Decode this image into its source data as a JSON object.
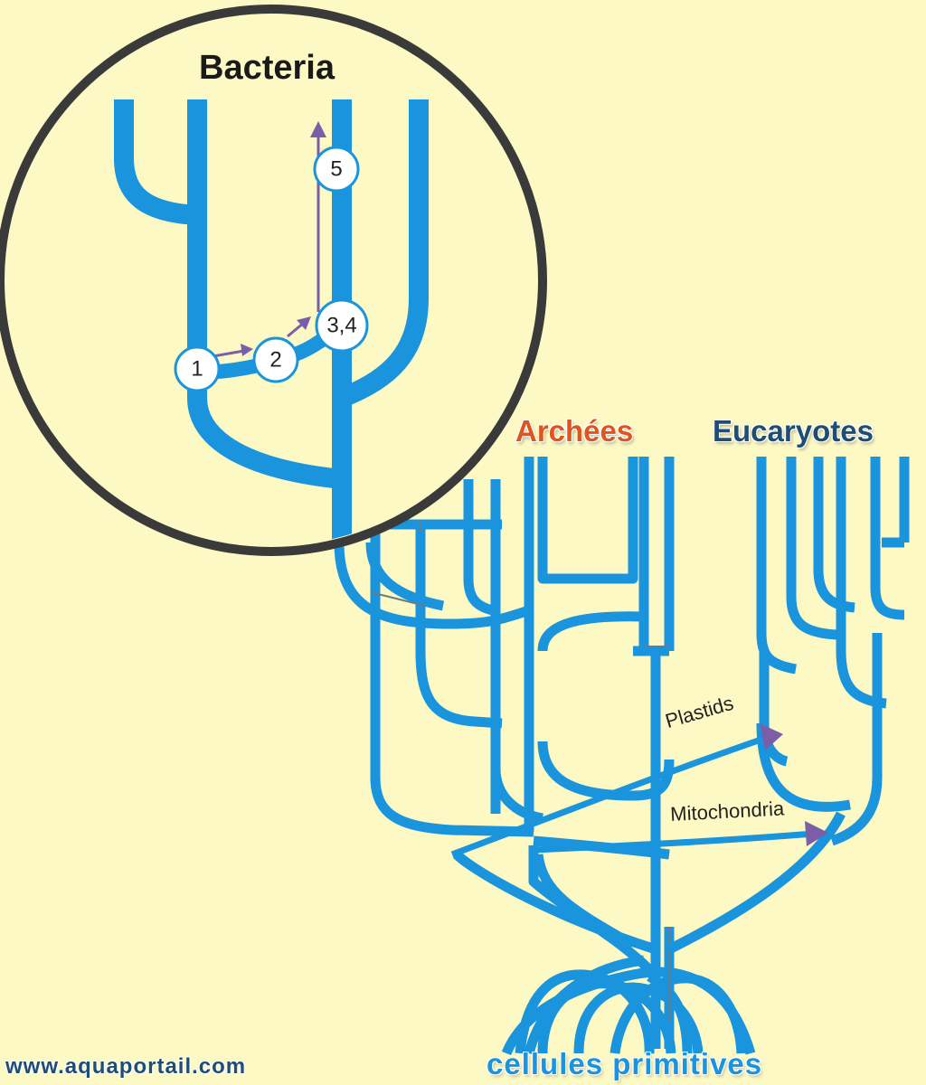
{
  "labels": {
    "bacteria": "Bacteria",
    "archaea": "Archées",
    "eukarya": "Eucaryotes",
    "root": "cellules primitives",
    "plastids": "Plastids",
    "mitochondria": "Mitochondria",
    "watermark": "www.aquaportail.com"
  },
  "steps": [
    "1",
    "2",
    "3,4",
    "5"
  ],
  "colors": {
    "background": "#fdf9c4",
    "branch": "#1a94dc",
    "arrow": "#7a5fa8",
    "archaea": "#e0541d",
    "eukarya": "#1f4e73",
    "zoom_ring": "#3a3a3a"
  }
}
